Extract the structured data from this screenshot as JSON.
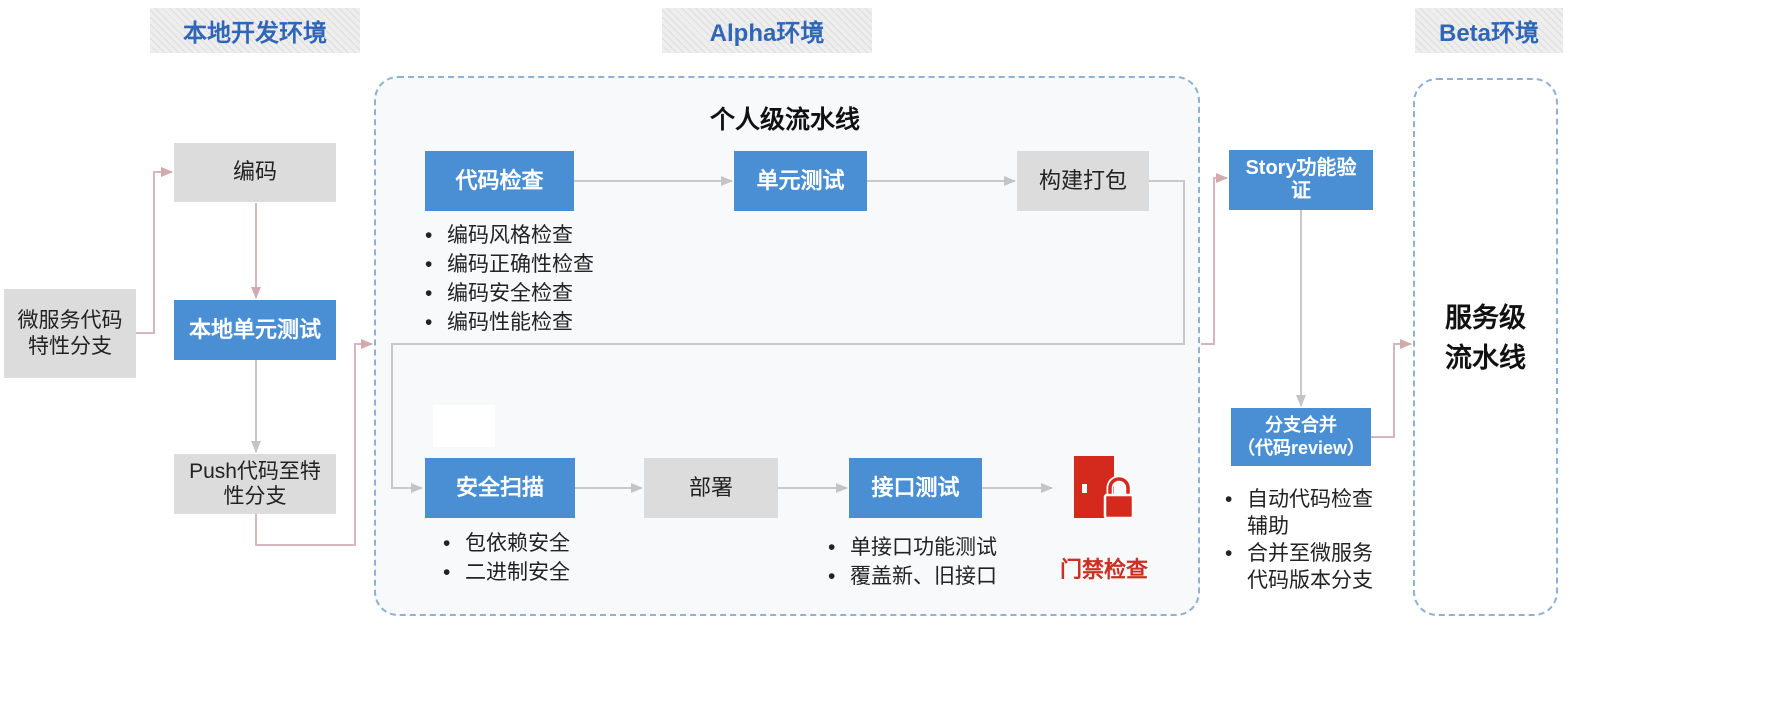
{
  "environments": {
    "local": "本地开发环境",
    "alpha": "Alpha环境",
    "beta": "Beta环境"
  },
  "local": {
    "source": "微服务代码\n特性分支",
    "coding": "编码",
    "unit_test": "本地单元测试",
    "push": "Push代码至特\n性分支"
  },
  "alpha": {
    "title": "个人级流水线",
    "code_check": "代码检查",
    "code_check_items": [
      "编码风格检查",
      "编码正确性检查",
      "编码安全检查",
      "编码性能检查"
    ],
    "unit_test": "单元测试",
    "build": "构建打包",
    "security_scan": "安全扫描",
    "security_items": [
      "包依赖安全",
      "二进制安全"
    ],
    "deploy": "部署",
    "api_test": "接口测试",
    "api_items": [
      "单接口功能测试",
      "覆盖新、旧接口"
    ],
    "gate": "门禁检查"
  },
  "story": {
    "verify": "Story功能验\n证",
    "merge": "分支合并\n（代码review）",
    "merge_items": [
      "自动代码检查\n辅助",
      "合并至微服务\n代码版本分支"
    ]
  },
  "beta": {
    "pipeline": "服务级\n流水线"
  },
  "colors": {
    "accent_blue": "#4a8fd4",
    "env_text": "#2f66b8",
    "gray_box": "#dcdcdc",
    "gate_red": "#d42a1e",
    "arrow": "#c9c9c9",
    "arrow_pink": "#d8b7bc",
    "zone_border": "#8db2d5"
  },
  "icons": {
    "gate": "door-lock-icon"
  }
}
